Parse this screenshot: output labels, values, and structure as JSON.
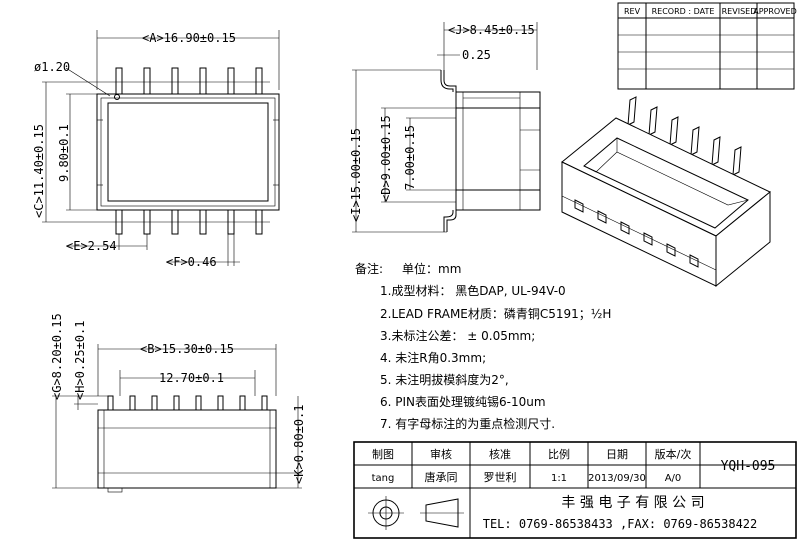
{
  "revision_table": {
    "headers": [
      "REV",
      "RECORD : DATE",
      "REVISED",
      "APPROVED"
    ]
  },
  "dimensions": {
    "a": "<A>16.90±0.15",
    "b": "<B>15.30±0.15",
    "b_inner": "12.70±0.1",
    "c": "<C>11.40±0.15",
    "c_inner": "9.80±0.1",
    "d": "<D>9.00±0.15",
    "d_inner": "7.00±0.15",
    "e": "<E>2.54",
    "f": "<F>0.46",
    "g": "<G>8.20±0.15",
    "h": "<H>0.25±0.1",
    "i": "<I>15.00±0.15",
    "j": "<J>8.45±0.15",
    "j_thk": "0.25",
    "k": "<K>0.80±0.1",
    "hole": "ø1.20"
  },
  "notes": {
    "heading": "备注:",
    "unit": "单位：mm",
    "items": [
      "1.成型材料： 黑色DAP, UL-94V-0",
      "2.LEAD  FRAME材质：磷青铜C5191；½H",
      "3.未标注公差：  ± 0.05mm;",
      "4. 未注R角0.3mm;",
      "5. 未注明拔模斜度为2°,",
      "6. PIN表面处理镀纯锡6-10um",
      "7. 有字母标注的为重点检测尺寸."
    ]
  },
  "title_block": {
    "labels": [
      "制图",
      "审核",
      "核准",
      "比例",
      "日期",
      "版本/次"
    ],
    "values": [
      "tang",
      "唐承同",
      "罗世利",
      "1:1",
      "2013/09/30",
      "A/0"
    ],
    "part_no": "YQH-095",
    "company": "丰 强 电 子 有 限 公 司",
    "contact": "TEL: 0769-86538433 ,FAX: 0769-86538422"
  }
}
